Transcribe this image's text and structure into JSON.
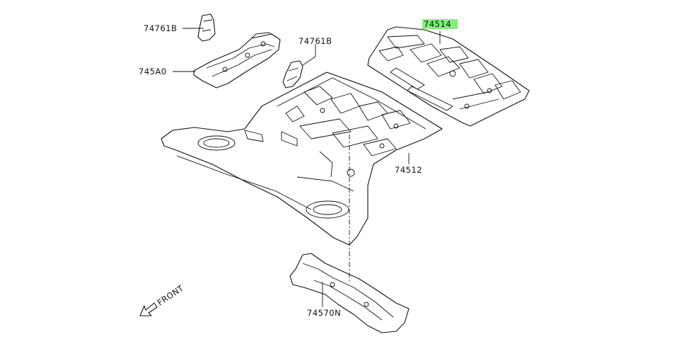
{
  "labels": {
    "p74761b_upper": "74761B",
    "p745a0": "745A0",
    "p74761b_mid": "74761B",
    "p74514": "74514",
    "p74512": "74512",
    "p74570n": "74570N",
    "front": "FRONT"
  },
  "colors": {
    "line": "#111111",
    "highlight": "#7ef07a",
    "background": "#ffffff"
  },
  "icons": {
    "front_arrow": "arrow-down-left-icon"
  }
}
